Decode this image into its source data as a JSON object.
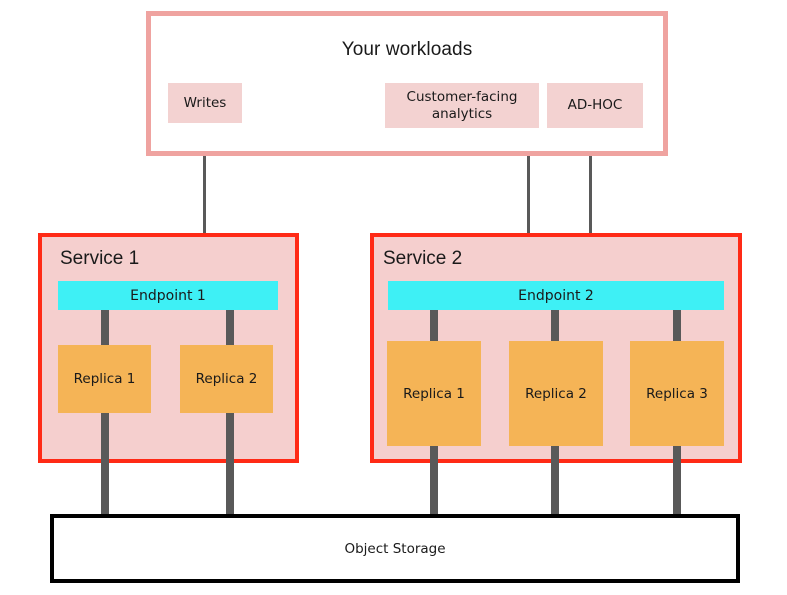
{
  "diagram": {
    "title": "Your workloads",
    "workloads": [
      {
        "label": "Writes"
      },
      {
        "label": "Customer-facing analytics"
      },
      {
        "label": "AD-HOC"
      }
    ],
    "services": [
      {
        "title": "Service 1",
        "endpoint": "Endpoint 1",
        "replicas": [
          {
            "label": "Replica 1"
          },
          {
            "label": "Replica 2"
          }
        ]
      },
      {
        "title": "Service 2",
        "endpoint": "Endpoint 2",
        "replicas": [
          {
            "label": "Replica 1"
          },
          {
            "label": "Replica 2"
          },
          {
            "label": "Replica 3"
          }
        ]
      }
    ],
    "storage": {
      "label": "Object Storage"
    },
    "colors": {
      "workloads_border": "#EFA3A0",
      "workload_chip_fill": "#F3D2D1",
      "service_border": "#FF2A16",
      "service_fill": "#F5CFCE",
      "endpoint_fill": "#3EF0F5",
      "replica_fill": "#F5B456",
      "connector": "#595959",
      "storage_border": "#000000",
      "canvas": "#FFFFFF"
    }
  }
}
